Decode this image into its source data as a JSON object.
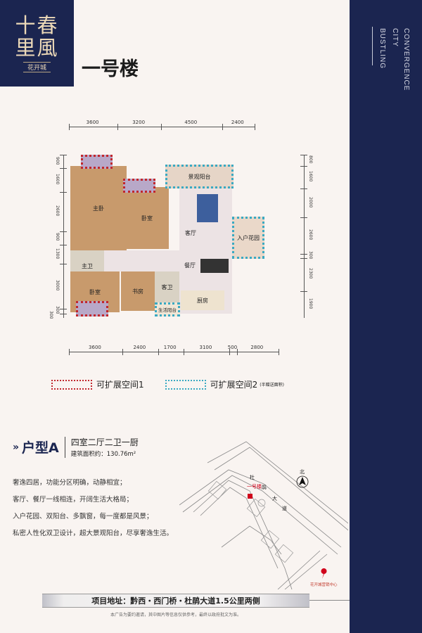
{
  "logo": {
    "line1": "十春",
    "line2": "里風",
    "sub": "花开城"
  },
  "side": {
    "line1": "CONVERGENCE",
    "line2": "CITY",
    "line3": "BUSTLING"
  },
  "title": "一号楼",
  "dims": {
    "top": [
      "3600",
      "3200",
      "4500",
      "2400"
    ],
    "bottom": [
      "3600",
      "2400",
      "1700",
      "3100",
      "500",
      "2800"
    ],
    "left": [
      "900",
      "1600",
      "2600",
      "900",
      "1300",
      "3000",
      "300",
      "300"
    ],
    "right": [
      "800",
      "1600",
      "2000",
      "2600",
      "300",
      "2300",
      "1900"
    ]
  },
  "rooms": {
    "master": "主卧",
    "bed2": "卧室",
    "bed3": "卧室",
    "masterbath": "主卫",
    "study": "书房",
    "guestbath": "客卫",
    "living": "客厅",
    "dining": "餐厅",
    "kitchen": "厨房",
    "viewbalcony": "景观阳台",
    "garden": "入户花园",
    "utility": "生活阳台"
  },
  "legend": {
    "item1": "可扩展空间1",
    "item2": "可扩展空间2",
    "item2_note": "(半赠送面积)",
    "color1": "#c1272d",
    "color2": "#3aa9c2"
  },
  "unit": {
    "name": "户型A",
    "layout": "四室二厅二卫一厨",
    "area": "建筑面积约：130.76m²"
  },
  "features": [
    "奢逸四居，功能分区明确，动静相宜；",
    "客厅、餐厅一线相连，开阔生活大格局；",
    "入户花园、双阳台、多飘窗，每一度都是风景；",
    "私密人性化双卫设计，超大景观阳台，尽享奢逸生活。"
  ],
  "map": {
    "building": "一号楼",
    "road1": "杜",
    "road2": "鹃",
    "road3": "大",
    "road4": "道",
    "north": "北",
    "sales": "花开城营销中心"
  },
  "footer": {
    "address": "项目地址：黔西・西门桥・杜鹃大道1.5公里两侧",
    "disclaimer": "本广告为要约邀请，其中图片等信息仅供参考，最终以政府批文为准。"
  },
  "colors": {
    "navy": "#1b2550",
    "gold": "#ecd9b8",
    "marker": "#d0021b"
  }
}
